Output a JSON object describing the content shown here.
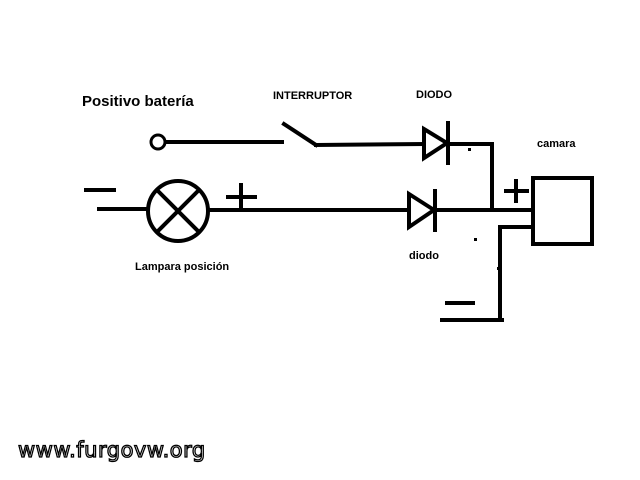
{
  "labels": {
    "positivo": "Positivo batería",
    "interruptor": "INTERRUPTOR",
    "diodo_top": "DIODO",
    "camara": "camara",
    "lampara": "Lampara posición",
    "diodo_bottom": "diodo"
  },
  "watermark": "www.furgovw.org",
  "colors": {
    "stroke": "#000000",
    "background": "#ffffff"
  }
}
